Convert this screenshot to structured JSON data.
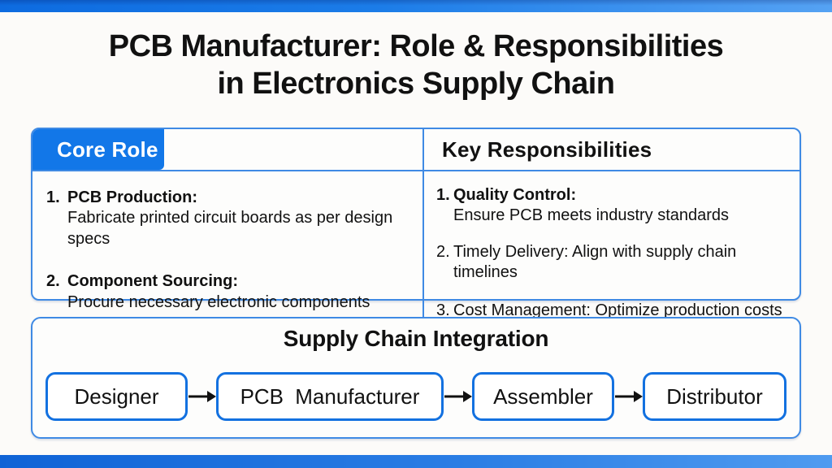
{
  "title": {
    "line1": "PCB Manufacturer: Role & Responsibilities",
    "line2": "in Electronics Supply Chain"
  },
  "table": {
    "core_role": {
      "header": "Core Role",
      "item1": {
        "num": "1.",
        "title": "PCB Production:",
        "desc": "Fabricate printed circuit boards as per design specs"
      },
      "item2": {
        "num": "2.",
        "title": "Component Sourcing:",
        "desc": "Procure necessary electronic components"
      }
    },
    "key_responsibilities": {
      "header": "Key Responsibilities",
      "item1": {
        "num": "1.",
        "title": "Quality Control:",
        "desc": "Ensure PCB meets industry standards"
      },
      "item2": {
        "num": "2.",
        "text": "Timely Delivery: Align with supply chain timelines"
      },
      "item3": {
        "num": "3.",
        "text": "Cost Management: Optimize production costs"
      }
    }
  },
  "integration": {
    "title": "Supply Chain Integration",
    "nodes": [
      "Designer",
      "PCB Manufacturer",
      "Assembler",
      "Distributor"
    ]
  },
  "colors": {
    "accent_blue": "#1277E8",
    "panel_border_blue": "#3F8AE4",
    "flow_box_border_blue": "#1371E0",
    "top_bar_left": "#0D6BE0",
    "top_bar_right": "#55A2F3",
    "bottom_bar_left": "#0F63D6",
    "bottom_bar_right": "#4F9BF0",
    "text_black": "#111111",
    "header_text_white": "#FFFFFF"
  }
}
